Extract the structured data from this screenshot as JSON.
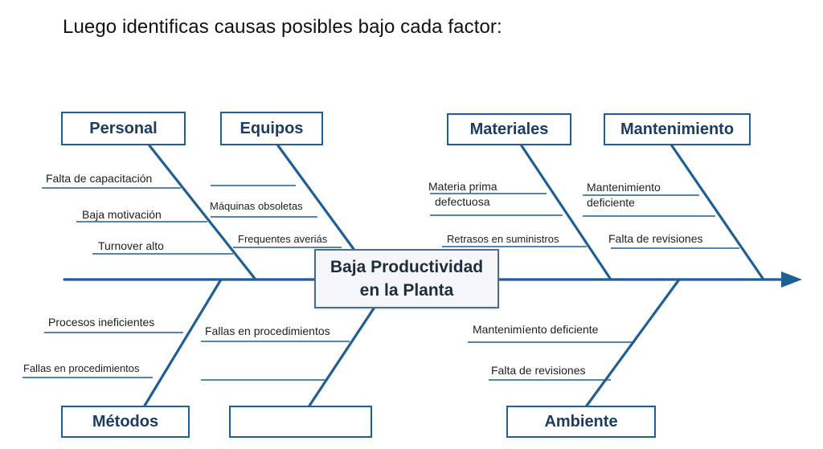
{
  "intro": "Luego identificas causas posibles bajo cada factor:",
  "effect": {
    "line1": "Baja Productividad",
    "line2": "en la Planta"
  },
  "categories": {
    "personal": "Personal",
    "equipos": "Equipos",
    "materiales": "Materiales",
    "mantenimiento": "Mantenimiento",
    "metodos": "Métodos",
    "empty": "",
    "ambiente": "Ambiente"
  },
  "causes": {
    "personal": [
      "Falta de capacitación",
      "Baja motivación",
      "Turnover alto"
    ],
    "equipos": [
      "Máquinas obsoletas",
      "Frequentes averiás"
    ],
    "materiales": [
      "Materia prima",
      "defectuosa",
      "Retrasos en suministros"
    ],
    "mantenimiento": [
      "Mantenimiento",
      "deficiente",
      "Falta de revisiones"
    ],
    "metodos": [
      "Procesos ineficientes",
      "Fallas en procedimientos"
    ],
    "empty": [
      "Fallas en procedimientos"
    ],
    "ambiente": [
      "Mantenimíento deficiente",
      "Falta de revisiones"
    ]
  },
  "colors": {
    "line": "#1f5f94",
    "box_text": "#1c3d63",
    "effect_fill": "#f4f6f9"
  }
}
